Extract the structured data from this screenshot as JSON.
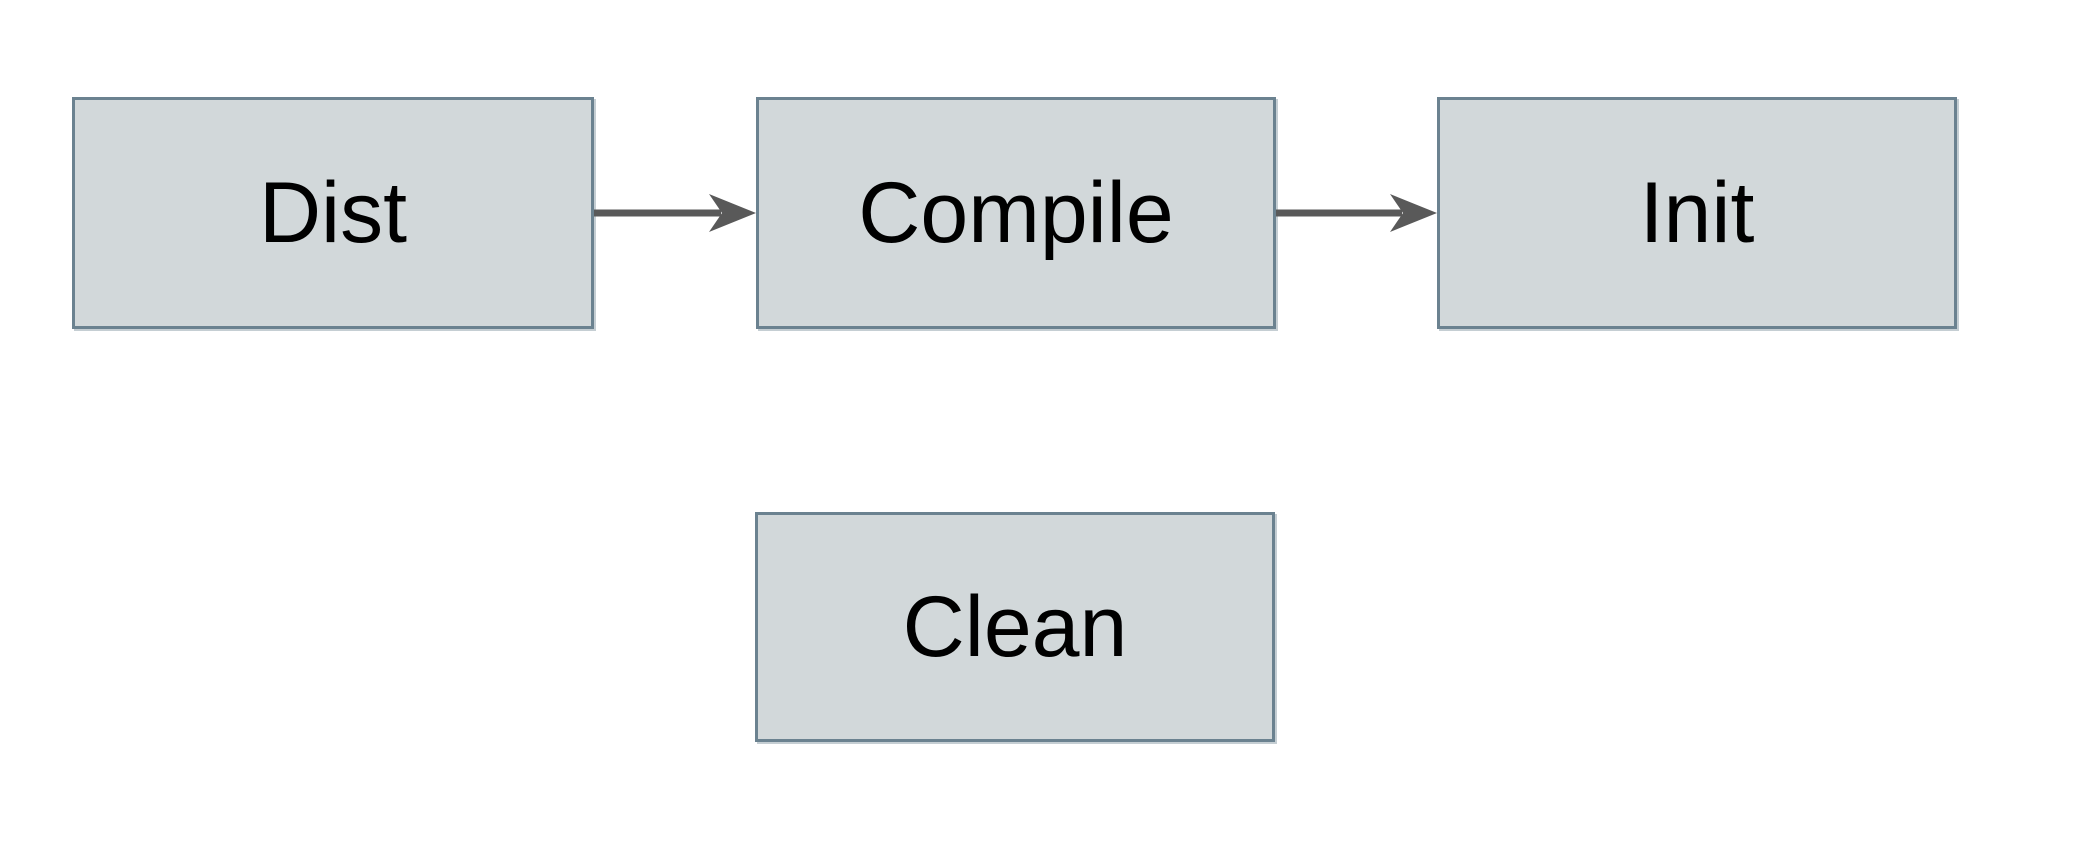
{
  "diagram": {
    "nodes": [
      {
        "id": "dist",
        "label": "Dist"
      },
      {
        "id": "compile",
        "label": "Compile"
      },
      {
        "id": "init",
        "label": "Init"
      },
      {
        "id": "clean",
        "label": "Clean"
      }
    ],
    "edges": [
      {
        "from": "dist",
        "to": "compile",
        "direction": "right"
      },
      {
        "from": "compile",
        "to": "init",
        "direction": "right"
      }
    ],
    "colors": {
      "node_fill": "#d2d8da",
      "node_border": "#6b8290",
      "arrow": "#595959",
      "text": "#000000",
      "background": "#ffffff"
    }
  }
}
